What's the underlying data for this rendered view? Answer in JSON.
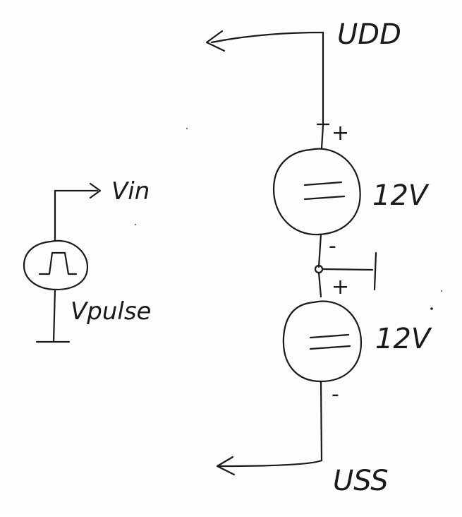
{
  "diagram": {
    "ink_color": "#1a1a1a",
    "paper_color": "#fdfdfc",
    "labels": {
      "udd": "UDD",
      "uss": "USS",
      "vin": "Vin",
      "vpulse": "Vpulse",
      "top_source_value": "12V",
      "bottom_source_value": "12V",
      "plus": "+",
      "minus": "-"
    },
    "nets": {
      "udd_net": "UDD",
      "uss_net": "USS",
      "vin_net": "Vin"
    }
  }
}
